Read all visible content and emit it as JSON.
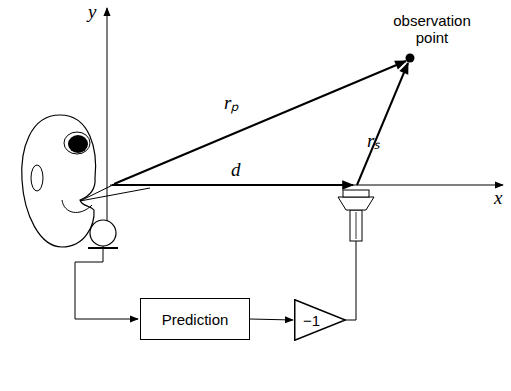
{
  "diagram": {
    "nodes": [
      {
        "text": [
          "Prediction"
        ]
      },
      {
        "text": [
          "−1"
        ]
      }
    ],
    "edges": [
      {
        "from": 0,
        "to": 1,
        "arrow": "to"
      }
    ],
    "labels": [
      "y",
      "x",
      "observation point",
      "rₚ",
      "d",
      "rₛ"
    ]
  }
}
